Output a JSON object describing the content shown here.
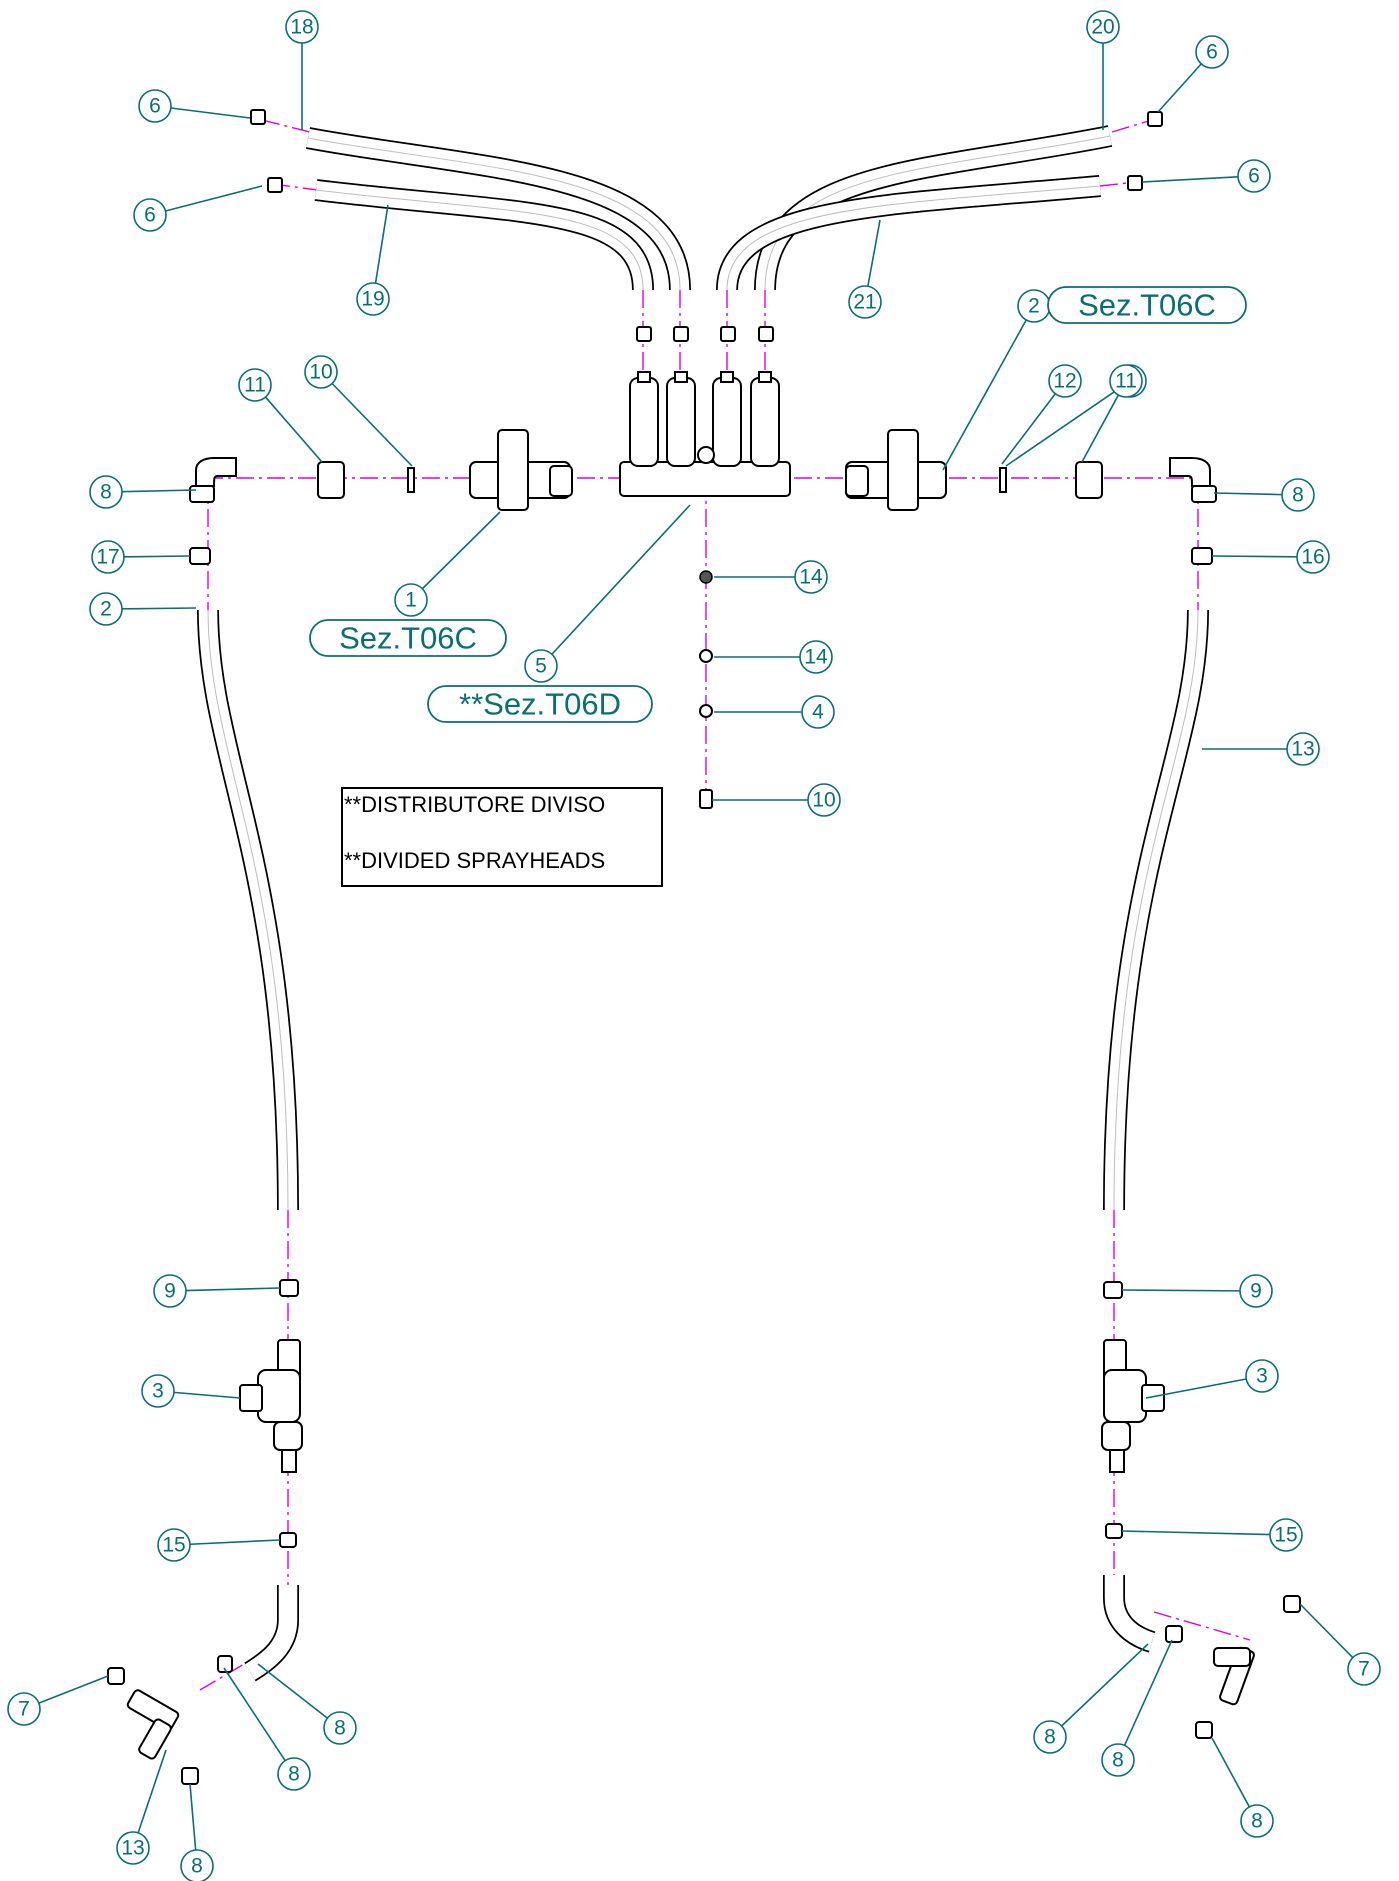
{
  "notes": [
    "**DISTRIBUTORE DIVISO",
    "**DIVIDED SPRAYHEADS"
  ],
  "refs": [
    "Sez.T06C",
    "Sez.T06C",
    "**Sez.T06D"
  ],
  "callouts": [
    "18",
    "6",
    "6",
    "19",
    "20",
    "6",
    "6",
    "21",
    "2",
    "10",
    "12",
    "11",
    "8",
    "17",
    "2",
    "1",
    "5",
    "14",
    "14",
    "4",
    "10",
    "12",
    "11",
    "8",
    "16",
    "13",
    "9",
    "3",
    "15",
    "8",
    "8",
    "7",
    "8",
    "13",
    "9",
    "3",
    "15",
    "8",
    "8",
    "7",
    "8"
  ],
  "colors": {
    "callout": "#0a6f72",
    "axis": "#e000e0",
    "line": "#000000"
  }
}
